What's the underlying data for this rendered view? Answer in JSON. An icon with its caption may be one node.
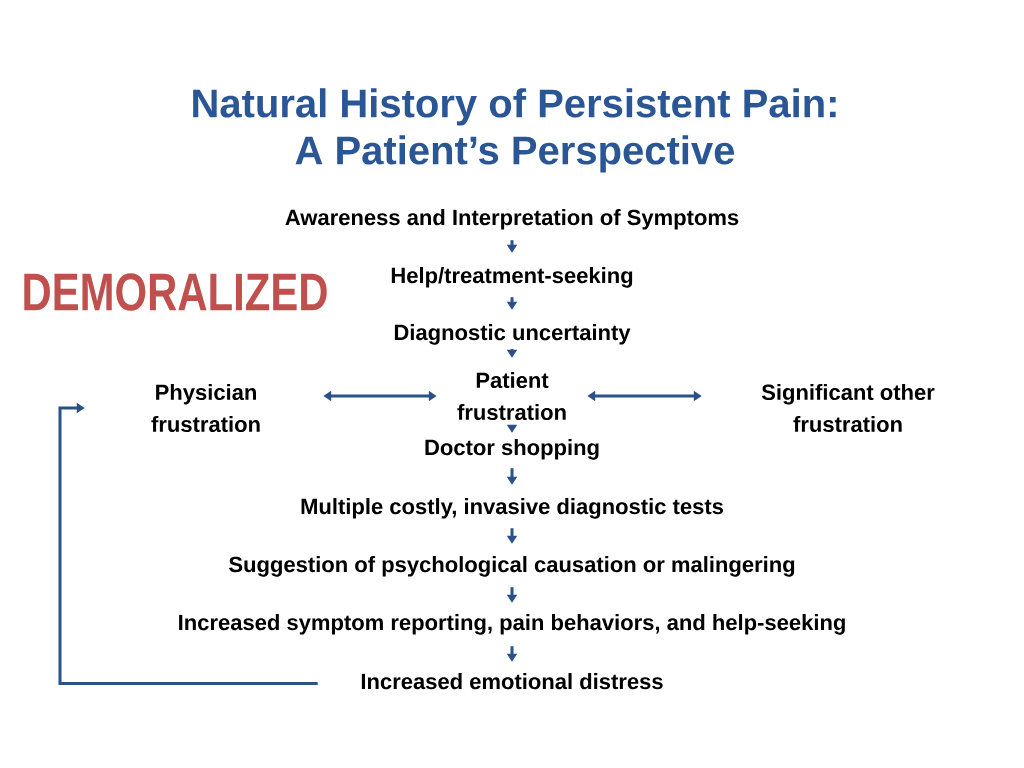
{
  "diagram": {
    "title": "Natural History of Persistent Pain: A Patient’s Perspective",
    "nodes": [
      {
        "text": [
          "Awareness and Interpretation of Symptoms"
        ]
      },
      {
        "text": [
          "Help/treatment-seeking"
        ]
      },
      {
        "text": [
          "Diagnostic uncertainty"
        ]
      },
      {
        "text": [
          "Patient frustration"
        ]
      },
      {
        "text": [
          "Physician frustration"
        ]
      },
      {
        "text": [
          "Significant other frustration"
        ]
      },
      {
        "text": [
          "Doctor shopping"
        ]
      },
      {
        "text": [
          "Multiple costly, invasive diagnostic tests"
        ]
      },
      {
        "text": [
          "Suggestion of psychological causation or malingering"
        ]
      },
      {
        "text": [
          "Increased symptom reporting, pain behaviors, and help-seeking"
        ]
      },
      {
        "text": [
          "Increased emotional distress"
        ]
      }
    ],
    "edges": [
      {
        "from": 0,
        "to": 1,
        "arrow": "to"
      },
      {
        "from": 1,
        "to": 2,
        "arrow": "to"
      },
      {
        "from": 2,
        "to": 3,
        "arrow": "to"
      },
      {
        "from": 3,
        "to": 4,
        "arrow": "both"
      },
      {
        "from": 3,
        "to": 5,
        "arrow": "both"
      },
      {
        "from": 3,
        "to": 6,
        "arrow": "to"
      },
      {
        "from": 6,
        "to": 7,
        "arrow": "to"
      },
      {
        "from": 7,
        "to": 8,
        "arrow": "to"
      },
      {
        "from": 8,
        "to": 9,
        "arrow": "to"
      },
      {
        "from": 9,
        "to": 10,
        "arrow": "to"
      },
      {
        "from": 10,
        "to": 4,
        "arrow": "to"
      }
    ],
    "labels": [
      "DEMORALIZED"
    ]
  }
}
